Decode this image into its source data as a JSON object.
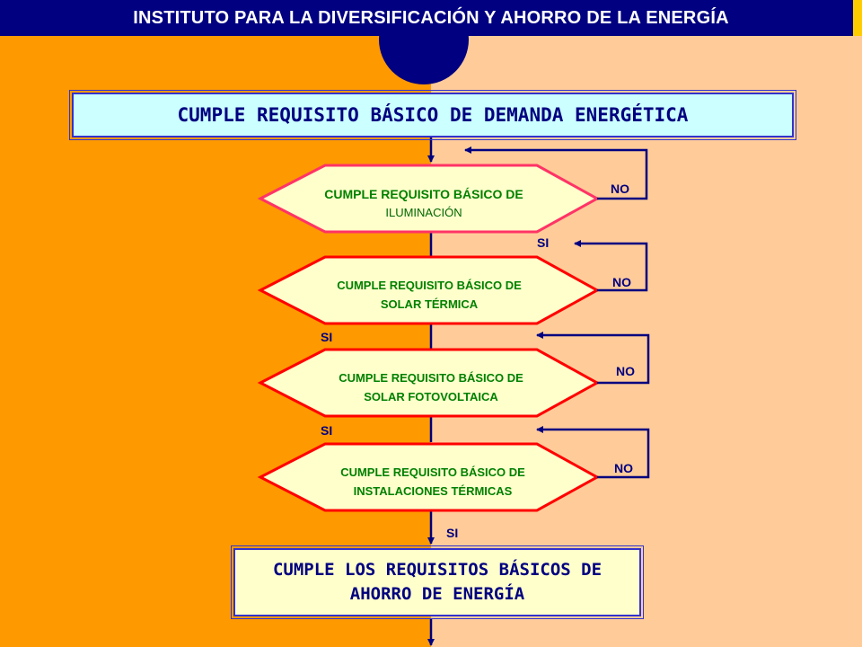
{
  "header": {
    "title": "INSTITUTO PARA LA DIVERSIFICACIÓN Y AHORRO DE LA ENERGÍA"
  },
  "start": {
    "text": "CUMPLE REQUISITO BÁSICO DE DEMANDA ENERGÉTICA"
  },
  "decisions": [
    {
      "line1": "CUMPLE REQUISITO BÁSICO DE",
      "line2": "ILUMINACIÓN",
      "no": "NO",
      "si": "SI"
    },
    {
      "line1": "CUMPLE REQUISITO BÁSICO DE",
      "line2": "SOLAR TÉRMICA",
      "no": "NO",
      "si": "SI"
    },
    {
      "line1": "CUMPLE REQUISITO BÁSICO DE",
      "line2": "SOLAR FOTOVOLTAICA",
      "no": "NO",
      "si": "SI"
    },
    {
      "line1": "CUMPLE REQUISITO BÁSICO DE",
      "line2": "INSTALACIONES TÉRMICAS",
      "no": "NO",
      "si": "SI"
    }
  ],
  "end": {
    "line1": "CUMPLE LOS REQUISITOS BÁSICOS DE",
    "line2": "AHORRO DE ENERGÍA"
  },
  "colors": {
    "bg_left": "#ff9900",
    "bg_right": "#ffcc99",
    "header": "#000080",
    "line": "#000080",
    "decision_fill": "#ffffcc",
    "decision_border_first": "#ff3366",
    "decision_border": "#ff0000",
    "decision_text": "#008000"
  }
}
